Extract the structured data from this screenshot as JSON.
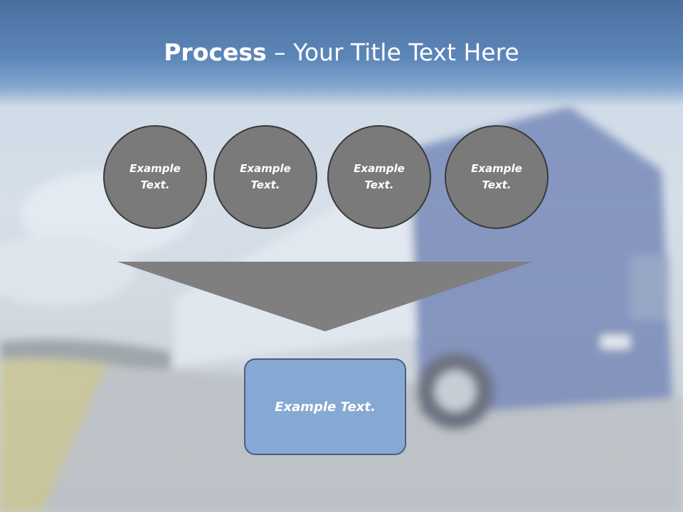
{
  "slide": {
    "title_bold": "Process",
    "title_rest": " – Your Title Text Here"
  },
  "circles": [
    {
      "label": "Example Text."
    },
    {
      "label": "Example Text."
    },
    {
      "label": "Example Text."
    },
    {
      "label": "Example Text."
    }
  ],
  "result": {
    "label": "Example Text."
  },
  "colors": {
    "title_band": "#5d87b9",
    "circle_fill": "#7a7a7a",
    "funnel_fill": "#7f7f7f",
    "result_fill": "#86a9d3",
    "result_border": "#4b5f80"
  }
}
